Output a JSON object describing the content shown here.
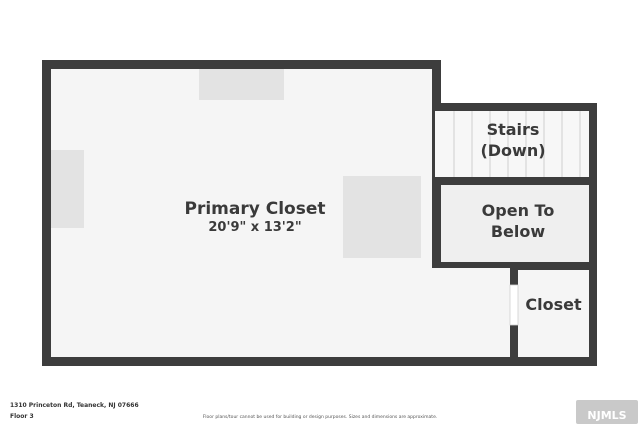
{
  "rooms": {
    "primary_closet": {
      "name": "Primary Closet",
      "dimensions": "20'9\" x 13'2\""
    },
    "stairs": {
      "line1": "Stairs",
      "line2": "(Down)"
    },
    "open_to_below": {
      "line1": "Open To",
      "line2": "Below"
    },
    "closet": {
      "name": "Closet"
    }
  },
  "footer": {
    "address": "1310 Princeton Rd, Teaneck, NJ 07666",
    "floor": "Floor 3",
    "disclaimer": "Floor plans/tour cannot be used for building or design purposes. Sizes and dimensions are approximate."
  },
  "logo": {
    "text": "NJMLS"
  },
  "colors": {
    "wall": "#3d3d3d",
    "floor": "#f5f5f5",
    "fixture": "#e3e3e3",
    "door": "#ffffff"
  }
}
